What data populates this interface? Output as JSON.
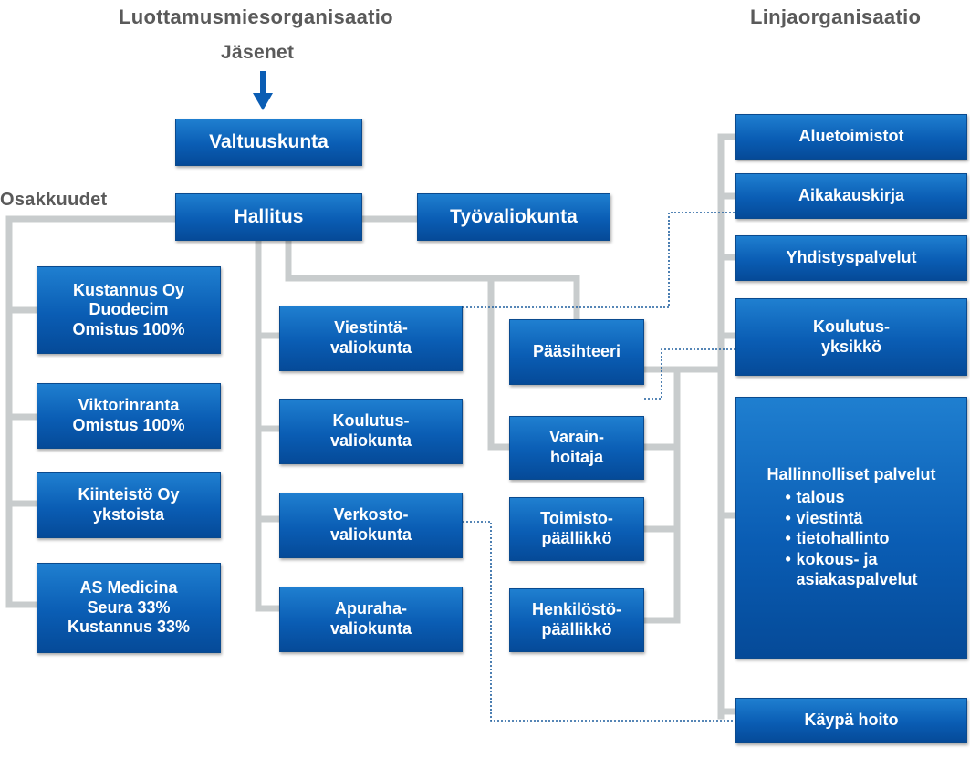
{
  "headers": {
    "left_title": "Luottamusmiesorganisaatio",
    "right_title": "Linjaorganisaatio",
    "members": "Jäsenet",
    "subsidiaries": "Osakkuudet"
  },
  "trust": {
    "council": "Valtuuskunta",
    "board": "Hallitus",
    "working_committee": "Työvaliokunta"
  },
  "subsidiaries": [
    "Kustannus Oy\nDuodecim\nOmistus 100%",
    "Viktorinranta\nOmistus 100%",
    "Kiinteistö Oy\nykstoista",
    "AS Medicina\nSeura 33%\nKustannus 33%"
  ],
  "committees": [
    "Viestintä-\nvaliokunta",
    "Koulutus-\nvaliokunta",
    "Verkosto-\nvaliokunta",
    "Apuraha-\nvaliokunta"
  ],
  "staff": {
    "secretary_general": "Pääsihteeri",
    "roles": [
      "Varain-\nhoitaja",
      "Toimisto-\npäällikkö",
      "Henkilöstö-\npäällikkö"
    ]
  },
  "line_units": {
    "regional_offices": "Aluetoimistot",
    "journal": "Aikakauskirja",
    "association_services": "Yhdistyspalvelut",
    "education_unit": "Koulutus-\nyksikkö",
    "admin_title": "Hallinnolliset palvelut",
    "admin_items": [
      "talous",
      "viestintä",
      "tietohallinto",
      "kokous- ja\nasiakaspalvelut"
    ],
    "kaypa_hoito": "Käypä hoito"
  },
  "colors": {
    "box_blue": "#0a5db4",
    "connector_gray": "#c8cccd",
    "dotted_blue": "#1f5f9e",
    "header_gray": "#5a5a5a"
  }
}
